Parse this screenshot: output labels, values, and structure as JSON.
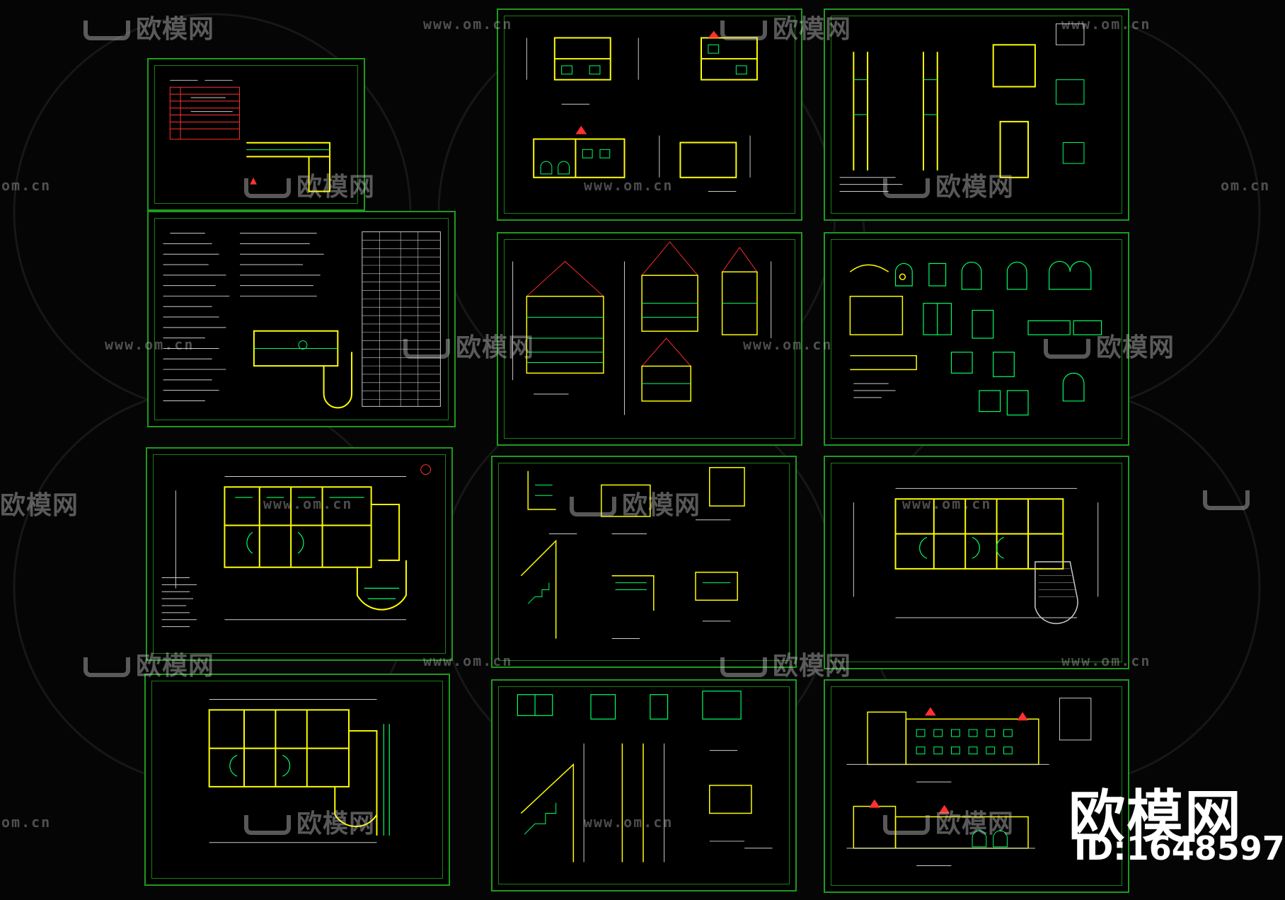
{
  "watermarks": {
    "logo_text": "欧模网",
    "url_text": "www.om.cn",
    "url_text_partial": "om.cn",
    "logo_text_partial": "欧模网"
  },
  "brand": {
    "title": "欧模网",
    "id_label": "ID:1648597"
  },
  "colors": {
    "background": "#050505",
    "sheet_border": "#1e9a1e",
    "wall": "#ffff00",
    "line": "#00ff66",
    "dim": "#cccccc",
    "accent": "#ff2020"
  }
}
